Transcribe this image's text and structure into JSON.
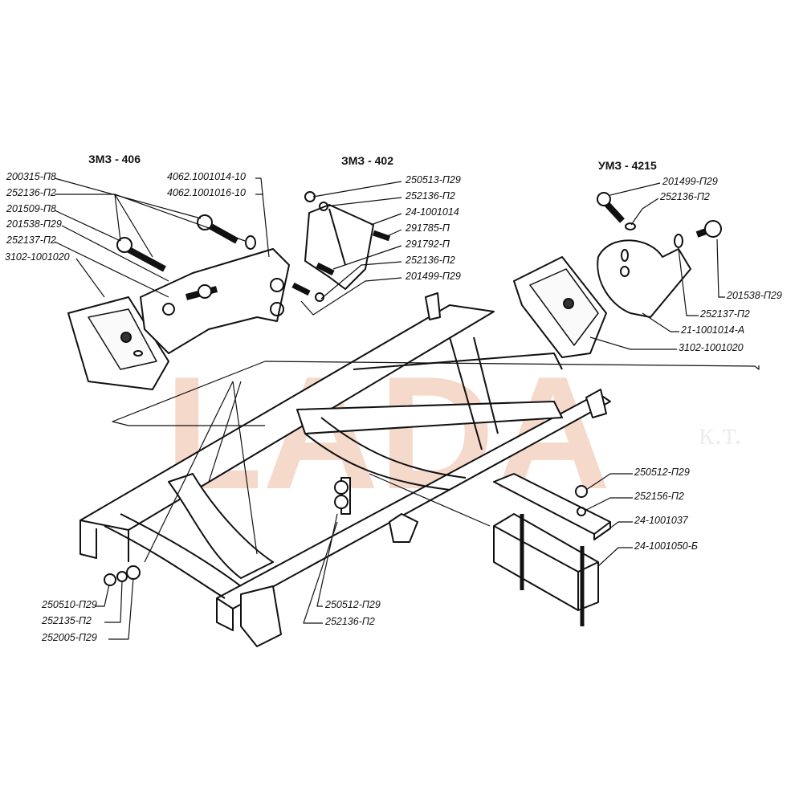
{
  "watermark": {
    "text": "LADA",
    "sub": "к.т."
  },
  "groups": {
    "zmz406": "ЗМЗ - 406",
    "zmz402": "ЗМЗ - 402",
    "umz4215": "УМЗ - 4215"
  },
  "zmz406_labels": [
    "200315-П8",
    "252136-П2",
    "201509-П8",
    "201538-П29",
    "252137-П2",
    "3102-1001020"
  ],
  "zmz406_bracket_labels": [
    "4062.1001014-10",
    "4062.1001016-10"
  ],
  "zmz402_labels": [
    "250513-П29",
    "252136-П2",
    "24-1001014",
    "291785-П",
    "291792-П",
    "252136-П2",
    "201499-П29"
  ],
  "umz4215_labels": [
    "201499-П29",
    "252136-П2",
    "201538-П29",
    "252137-П2",
    "21-1001014-А",
    "3102-1001020"
  ],
  "rear_mount_labels": [
    "250512-П29",
    "252156-П2",
    "24-1001037",
    "24-1001050-Б"
  ],
  "bottom_left_labels": [
    "250510-П29",
    "252135-П2",
    "252005-П29"
  ],
  "bottom_center_labels": [
    "250512-П29",
    "252136-П2"
  ]
}
